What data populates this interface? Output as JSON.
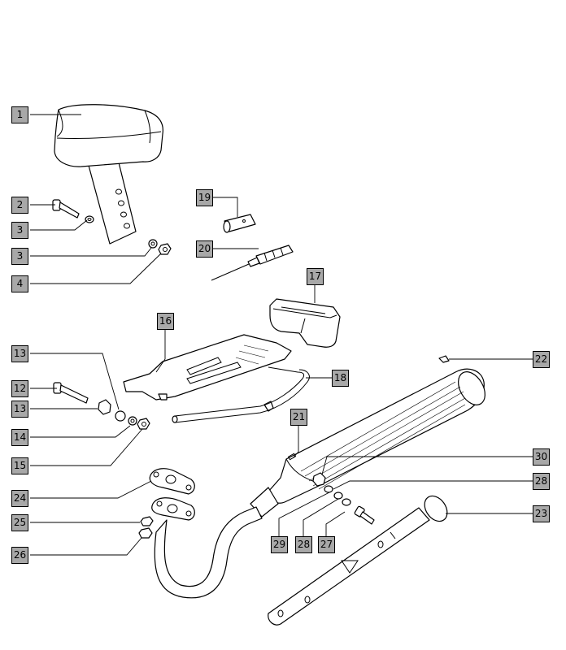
{
  "callouts": {
    "c1": "1",
    "c2": "2",
    "c3a": "3",
    "c3b": "3",
    "c4": "4",
    "c12": "12",
    "c13a": "13",
    "c13b": "13",
    "c14": "14",
    "c15": "15",
    "c16": "16",
    "c17": "17",
    "c18": "18",
    "c19": "19",
    "c20": "20",
    "c21": "21",
    "c22": "22",
    "c23": "23",
    "c24": "24",
    "c25": "25",
    "c26": "26",
    "c27": "27",
    "c28a": "28",
    "c28b": "28",
    "c29": "29",
    "c30": "30"
  },
  "colors": {
    "callout_fill": "#a8a8a8",
    "line": "#000000",
    "background": "#ffffff"
  }
}
